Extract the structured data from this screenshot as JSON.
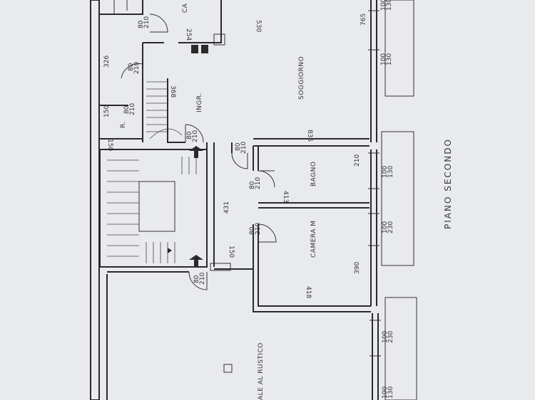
{
  "plan": {
    "title": "PIANO SECONDO",
    "rooms": {
      "soggiorno": "SOGGIORNO",
      "bagno": "BAGNO",
      "camera": "CAMERA M",
      "ingresso": "INGR.",
      "rustico": "ALE AL RUSTICO",
      "camera_top": "CA",
      "r": "R."
    },
    "dimensions": {
      "d326": "326",
      "d368": "368",
      "d254": "254",
      "d530": "530",
      "d765": "765",
      "d835": "835",
      "d210": "210",
      "d413": "413",
      "d431": "431",
      "d150_left": "150",
      "d150_mid": "150",
      "d150_top": "150",
      "d390": "390",
      "d418": "418"
    },
    "doors": [
      {
        "w": "80",
        "h": "210"
      },
      {
        "w": "80",
        "h": "210"
      },
      {
        "w": "80",
        "h": "210"
      },
      {
        "w": "80",
        "h": "210"
      },
      {
        "w": "80",
        "h": "210"
      },
      {
        "w": "80",
        "h": "210"
      },
      {
        "w": "80",
        "h": "210"
      },
      {
        "w": "80",
        "h": "210"
      }
    ],
    "windows": [
      {
        "w": "100",
        "h": "130"
      },
      {
        "w": "100",
        "h": "130"
      },
      {
        "w": "100",
        "h": "130"
      },
      {
        "w": "100",
        "h": "230"
      },
      {
        "w": "100",
        "h": "230"
      },
      {
        "w": "100",
        "h": "130"
      }
    ]
  }
}
